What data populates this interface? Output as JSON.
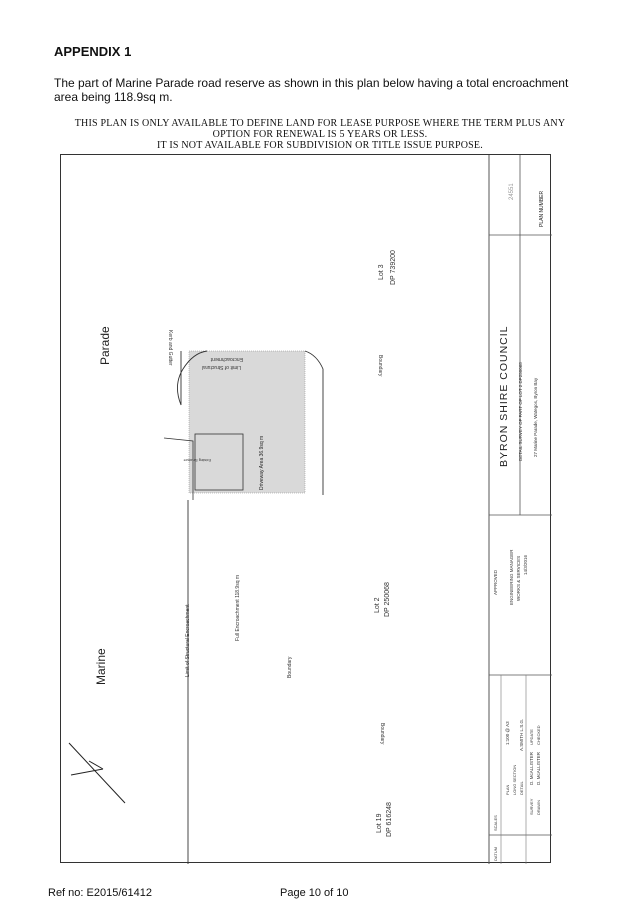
{
  "heading": "APPENDIX 1",
  "intro": "The part of Marine Parade road reserve as shown in this plan below having a total encroachment area being 118.9sq m.",
  "notice": {
    "line1": "THIS PLAN IS ONLY AVAILABLE TO DEFINE LAND FOR LEASE PURPOSE WHERE THE TERM PLUS ANY",
    "line2": "OPTION FOR RENEWAL IS 5 YEARS OR LESS.",
    "line3": "IT IS NOT AVAILABLE FOR SUBDIVISION OR TITLE ISSUE PURPOSE."
  },
  "plan": {
    "road_parade": "Parade",
    "road_marine": "Marine",
    "kerb": "Kerb and Gutter",
    "lot3": "Lot 3",
    "dp3": "DP 739200",
    "lot2": "Lot 2",
    "dp2": "DP 250068",
    "lot19": "Lot 19",
    "dp19": "DP 616248",
    "boundary": "Boundary",
    "limit_structural": "Limit of Structural Encroachment",
    "full_encroach": "Full Encroachment 118.9sq m",
    "driveway": "Driveway Area 36.9sq m",
    "limit_top1": "Limit of Structural",
    "limit_top2": "Encroachment",
    "existing": "Existing Structure",
    "council": "BYRON SHIRE COUNCIL",
    "detail": "DETAIL SURVEY OF PART OF LOT 2 DP250068",
    "address": "27 Marine Parade, Wategos, Byron Bay",
    "plan_number_label": "PLAN NUMBER",
    "plan_number": "24551",
    "approved": "APPROVED",
    "eng1": "ENGINEERING MANAGER",
    "eng2": "WORKS & SERVICES",
    "eng3": "14/3/2016",
    "datum": "DATUM",
    "scales": "SCALES",
    "plan_lbl": "PLAN",
    "plan_val": "1:100 @ A3",
    "long": "LONG SECTION",
    "detail_lbl": "DETAIL",
    "survey": "SURVEY",
    "survey_val": "D. McALLISTER",
    "drawn": "DRAWN",
    "drawn_val": "D. McALLISTER",
    "update": "UPDATE",
    "checked": "CHECKED",
    "aswith": "A.SMITH L.S.G."
  },
  "footer": {
    "ref": "Ref no: E2015/61412",
    "page": "Page 10 of 10"
  }
}
